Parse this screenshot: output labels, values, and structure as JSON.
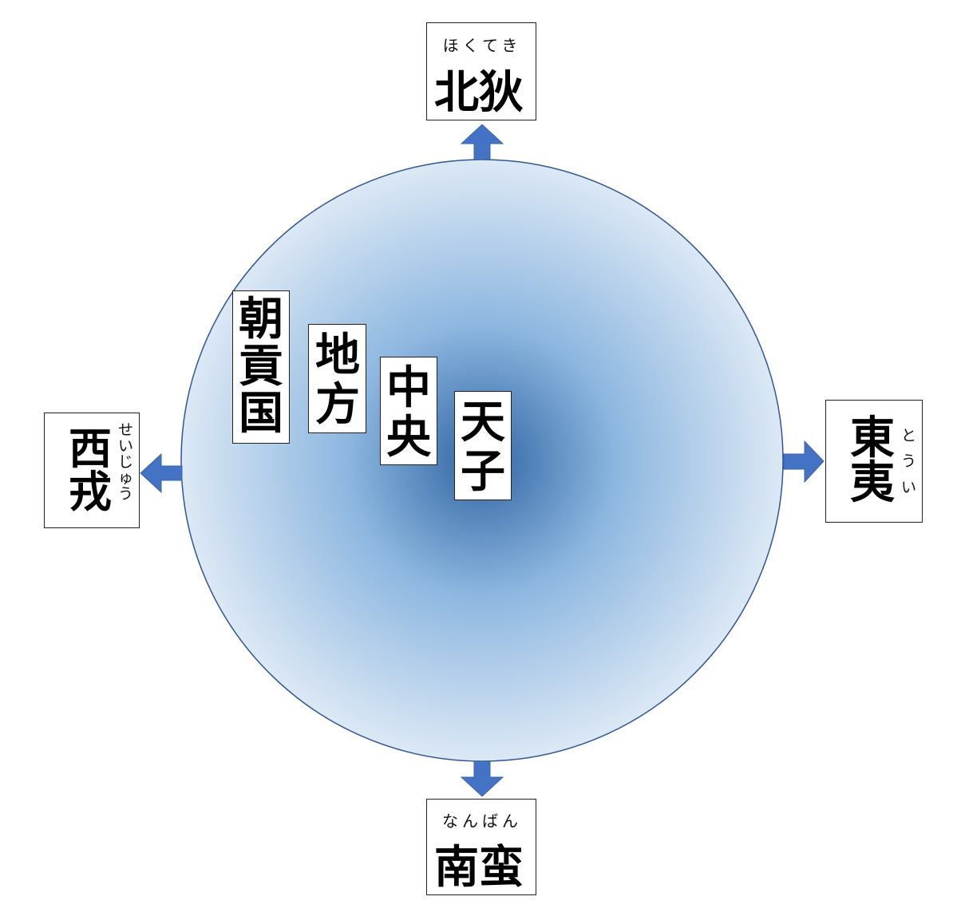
{
  "center": {
    "tenshi": [
      "天",
      "子"
    ],
    "chuo": [
      "中",
      "央"
    ],
    "chiho": [
      "地",
      "方"
    ],
    "chokoku": [
      "朝",
      "貢",
      "国"
    ]
  },
  "north": {
    "name": "北狄",
    "ruby": "ほくてき"
  },
  "south": {
    "name": "南蛮",
    "ruby": "なんばん"
  },
  "west": {
    "name": [
      "西",
      "戎"
    ],
    "ruby": [
      "せ",
      "い",
      "じ",
      "ゅ",
      "う"
    ]
  },
  "east": {
    "name": [
      "東",
      "夷"
    ],
    "ruby": [
      "と",
      "う",
      "い"
    ]
  },
  "colors": {
    "arrow": "#4472c4",
    "circle_center": "#3d6fa6",
    "circle_edge": "#dce8f5",
    "circle_border": "#2f5597"
  }
}
